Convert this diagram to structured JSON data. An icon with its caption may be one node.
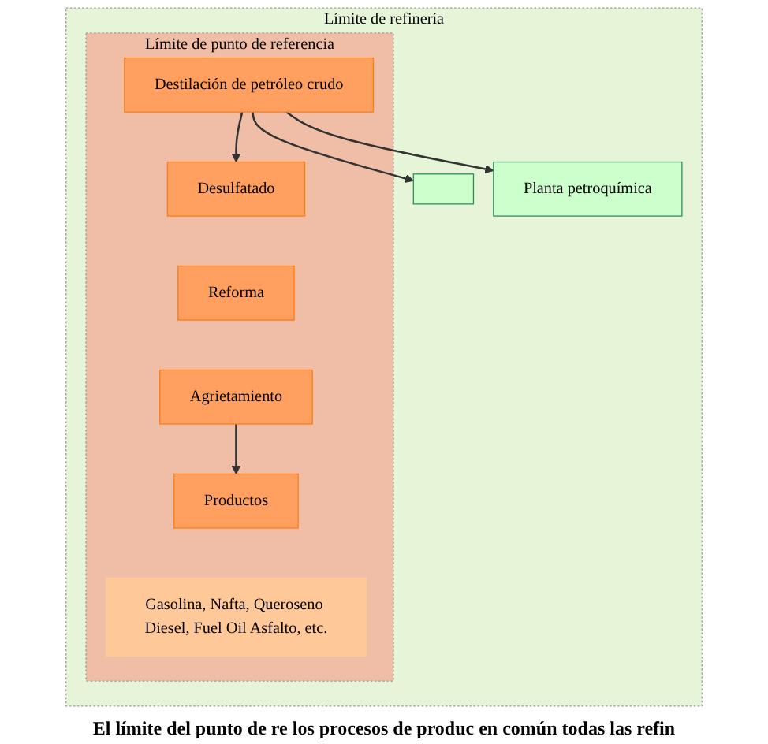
{
  "diagram": {
    "nodes": [
      {
        "text": [
          "Límite de refinería"
        ]
      },
      {
        "text": [
          "Límite de punto de referencia"
        ],
        "in": 0
      },
      {
        "text": [
          "Destilación de petróleo crudo"
        ],
        "in": 1
      },
      {
        "text": [
          "Desulfatado"
        ],
        "in": 1
      },
      {
        "text": [
          "Reforma"
        ],
        "in": 1
      },
      {
        "text": [
          "Agrietamiento"
        ],
        "in": 1
      },
      {
        "text": [
          "Productos"
        ],
        "in": 1
      },
      {
        "text": [
          "Gasolina, Nafta, Queroseno Diesel, Fuel Oil Asfalto, etc."
        ],
        "in": 1
      },
      {
        "text": [],
        "shape": "box",
        "in": 0
      },
      {
        "text": [
          "Planta petroquímica"
        ],
        "in": 0
      }
    ],
    "edges": [
      {
        "from": 2,
        "to": 3,
        "arrow": "to"
      },
      {
        "from": 2,
        "to": 8,
        "arrow": "to"
      },
      {
        "from": 2,
        "to": 9,
        "arrow": "to"
      },
      {
        "from": 5,
        "to": 6,
        "arrow": "to"
      }
    ],
    "labels": [
      "El límite del punto de re los procesos de produc en común todas las refin"
    ]
  }
}
